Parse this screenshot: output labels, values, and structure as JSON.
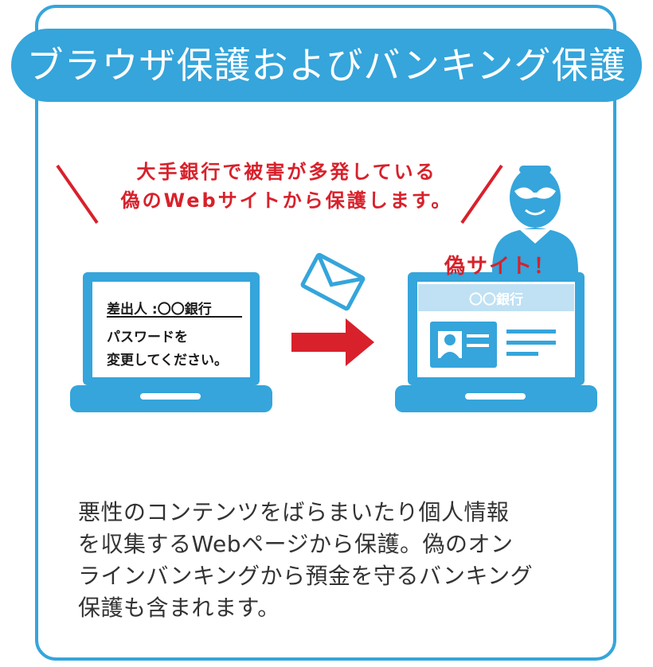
{
  "title": "ブラウザ保護およびバンキング保護",
  "warning": {
    "line1": "大手銀行で被害が多発している",
    "line2": "偽のWebサイトから保護します。"
  },
  "fake_site_label": "偽サイト！",
  "email_screen": {
    "sender": "差出人 :〇〇銀行",
    "body_line1": "パスワードを",
    "body_line2": "変更してください。"
  },
  "fake_site_screen": {
    "bank_name": "〇〇銀行"
  },
  "description": {
    "line1": "悪性のコンテンツをばらまいたり個人情報",
    "line2": "を収集するWebページから保護。偽のオン",
    "line3": "ラインバンキングから預金を守るバンキング",
    "line4": "保護も含まれます。"
  },
  "colors": {
    "primary": "#35a5db",
    "accent": "#d8212b",
    "text": "#333333",
    "light": "#bfe1f3"
  },
  "icons": [
    "envelope-icon",
    "arrow-right-icon",
    "hacker-icon",
    "id-card-icon",
    "laptop-icon"
  ]
}
